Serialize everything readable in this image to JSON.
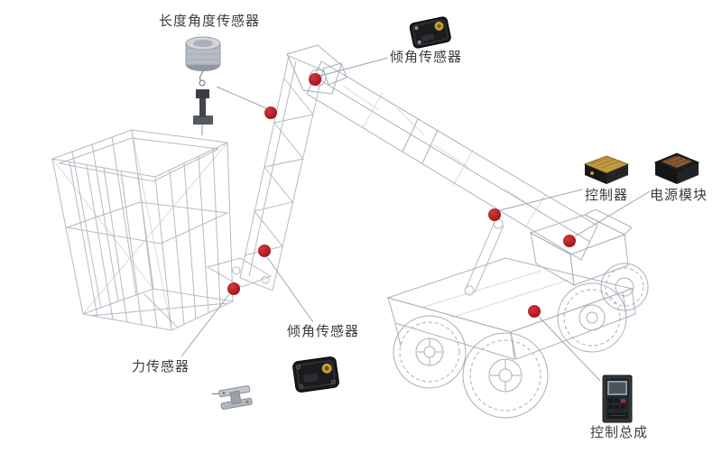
{
  "diagram": {
    "title": "aerial-work-platform-sensor-layout",
    "colors": {
      "marker": "#b01e24",
      "leader_line": "#a0a4a8",
      "wireframe": "#b4bac3",
      "label_text": "#3c3c3c",
      "accent_gold": "#c79b3d"
    },
    "labels": {
      "length_angle_sensor": "长度角度传感器",
      "tilt_sensor_top": "倾角传感器",
      "controller": "控制器",
      "power_module": "电源模块",
      "tilt_sensor_bottom": "倾角传感器",
      "force_sensor": "力传感器",
      "control_assembly": "控制总成"
    }
  }
}
